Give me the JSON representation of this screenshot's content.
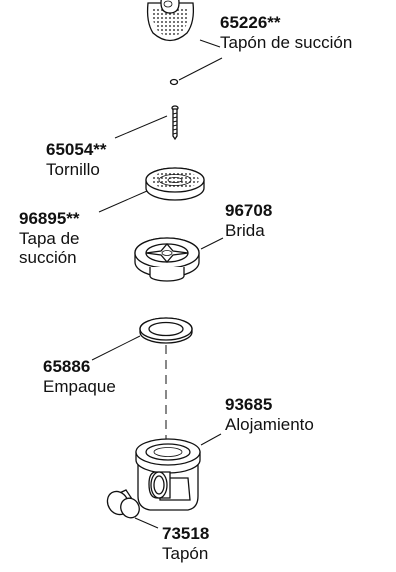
{
  "parts": [
    {
      "id": "suction-cover-cap",
      "number": "65226**",
      "name": "Tapón de succión"
    },
    {
      "id": "screw",
      "number": "65054**",
      "name": "Tornillo"
    },
    {
      "id": "suction-cover",
      "number": "96895**",
      "name_lines": [
        "Tapa de",
        "succión"
      ]
    },
    {
      "id": "flange",
      "number": "96708",
      "name": "Brida"
    },
    {
      "id": "gasket",
      "number": "65886",
      "name": "Empaque"
    },
    {
      "id": "housing",
      "number": "93685",
      "name": "Alojamiento"
    },
    {
      "id": "plug",
      "number": "73518",
      "name": "Tapón"
    }
  ]
}
